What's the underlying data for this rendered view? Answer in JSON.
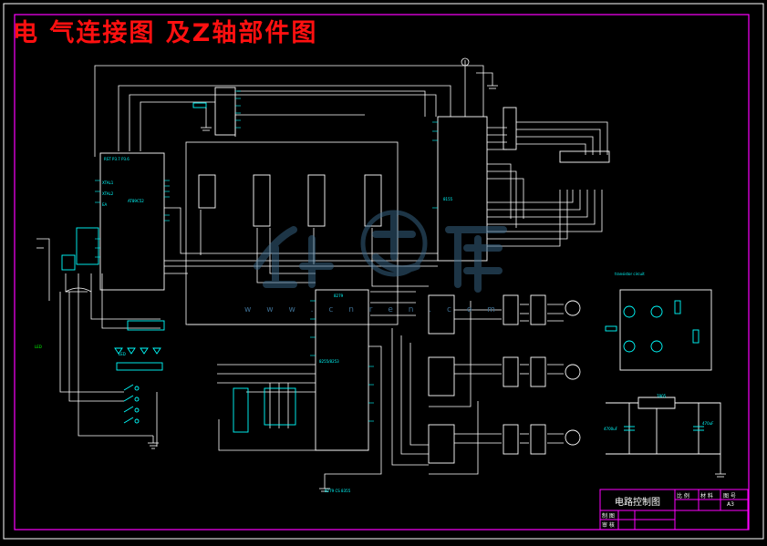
{
  "drawing": {
    "title": "电 气连接图 及Z轴部件图",
    "watermark_text": "w w w . c n r e n . c o m",
    "colors": {
      "background": "#000000",
      "frame": "#ff00ff",
      "wire": "#ffffff",
      "component": "#00ffff",
      "title": "#ff1010",
      "text_green": "#00ff00",
      "watermark": "#3b6a8c"
    }
  },
  "title_block": {
    "drawing_name": "电路控制图",
    "headers": [
      "比 例",
      "材 料",
      "图 号"
    ],
    "scale_value": "A3",
    "row_labels": [
      "制 图",
      "审 核"
    ]
  },
  "icons": [
    "ground-symbol",
    "motor-symbol",
    "led-symbol",
    "resistor-symbol",
    "transistor-symbol",
    "watermark-logo"
  ]
}
